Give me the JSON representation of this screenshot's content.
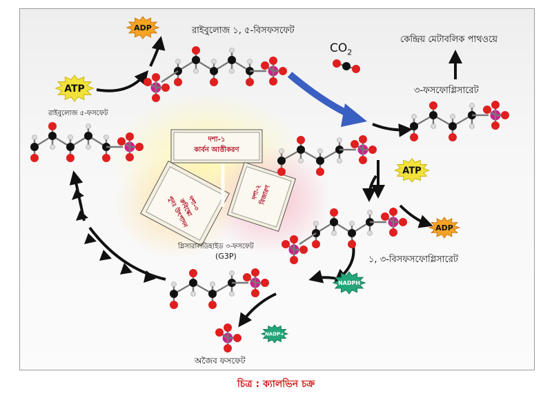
{
  "labels": {
    "ribulose_15": "রাইবুলোজ ১, ৫-বিসফসফেট",
    "ribulose_5": "রাইবুলোজ ৫-ফসফেট",
    "co2": "CO",
    "co2_sub": "2",
    "central_pathway": "কেন্দ্রিয় মেটাবলিক পাথওয়ে",
    "pga3": "৩-ফসফোগ্লিসারেট",
    "bpg13": "১, ৩-বিসফসফোগ্লিসারেট",
    "g3p": "গ্লিসারালডিহাইড ৩-ফসফেট",
    "g3p_abbr": "(G3P)",
    "inorganic_phosphate": "অজৈব ফসফেট"
  },
  "badges": {
    "adp_top": "ADP",
    "atp_left": "ATP",
    "atp_right": "ATP",
    "adp_right": "ADP",
    "nadph": "NADPH",
    "nadp": "NADP+"
  },
  "stages": {
    "stage1_title": "দশা-১",
    "stage1_sub": "কার্বন আত্তীকরণ",
    "stage2_title": "দশা-২",
    "stage2_sub": "বিজারণ",
    "stage3_title": "দশা-৩",
    "stage3_line2": "রুবিস্কো",
    "stage3_line3": "পুনঃ উৎপাদন"
  },
  "caption": "চিত্র : ক্যালভিন চক্র",
  "colors": {
    "carbon": "#111111",
    "oxygen": "#e01f1f",
    "phosphorus": "#d0208a",
    "hydrogen": "#dcdcdc",
    "atp": "#f2e23a",
    "adp": "#f6a326",
    "nadph": "#23a67a",
    "co2_arrow": "#3a5fc2",
    "caption": "#d11a1a"
  }
}
